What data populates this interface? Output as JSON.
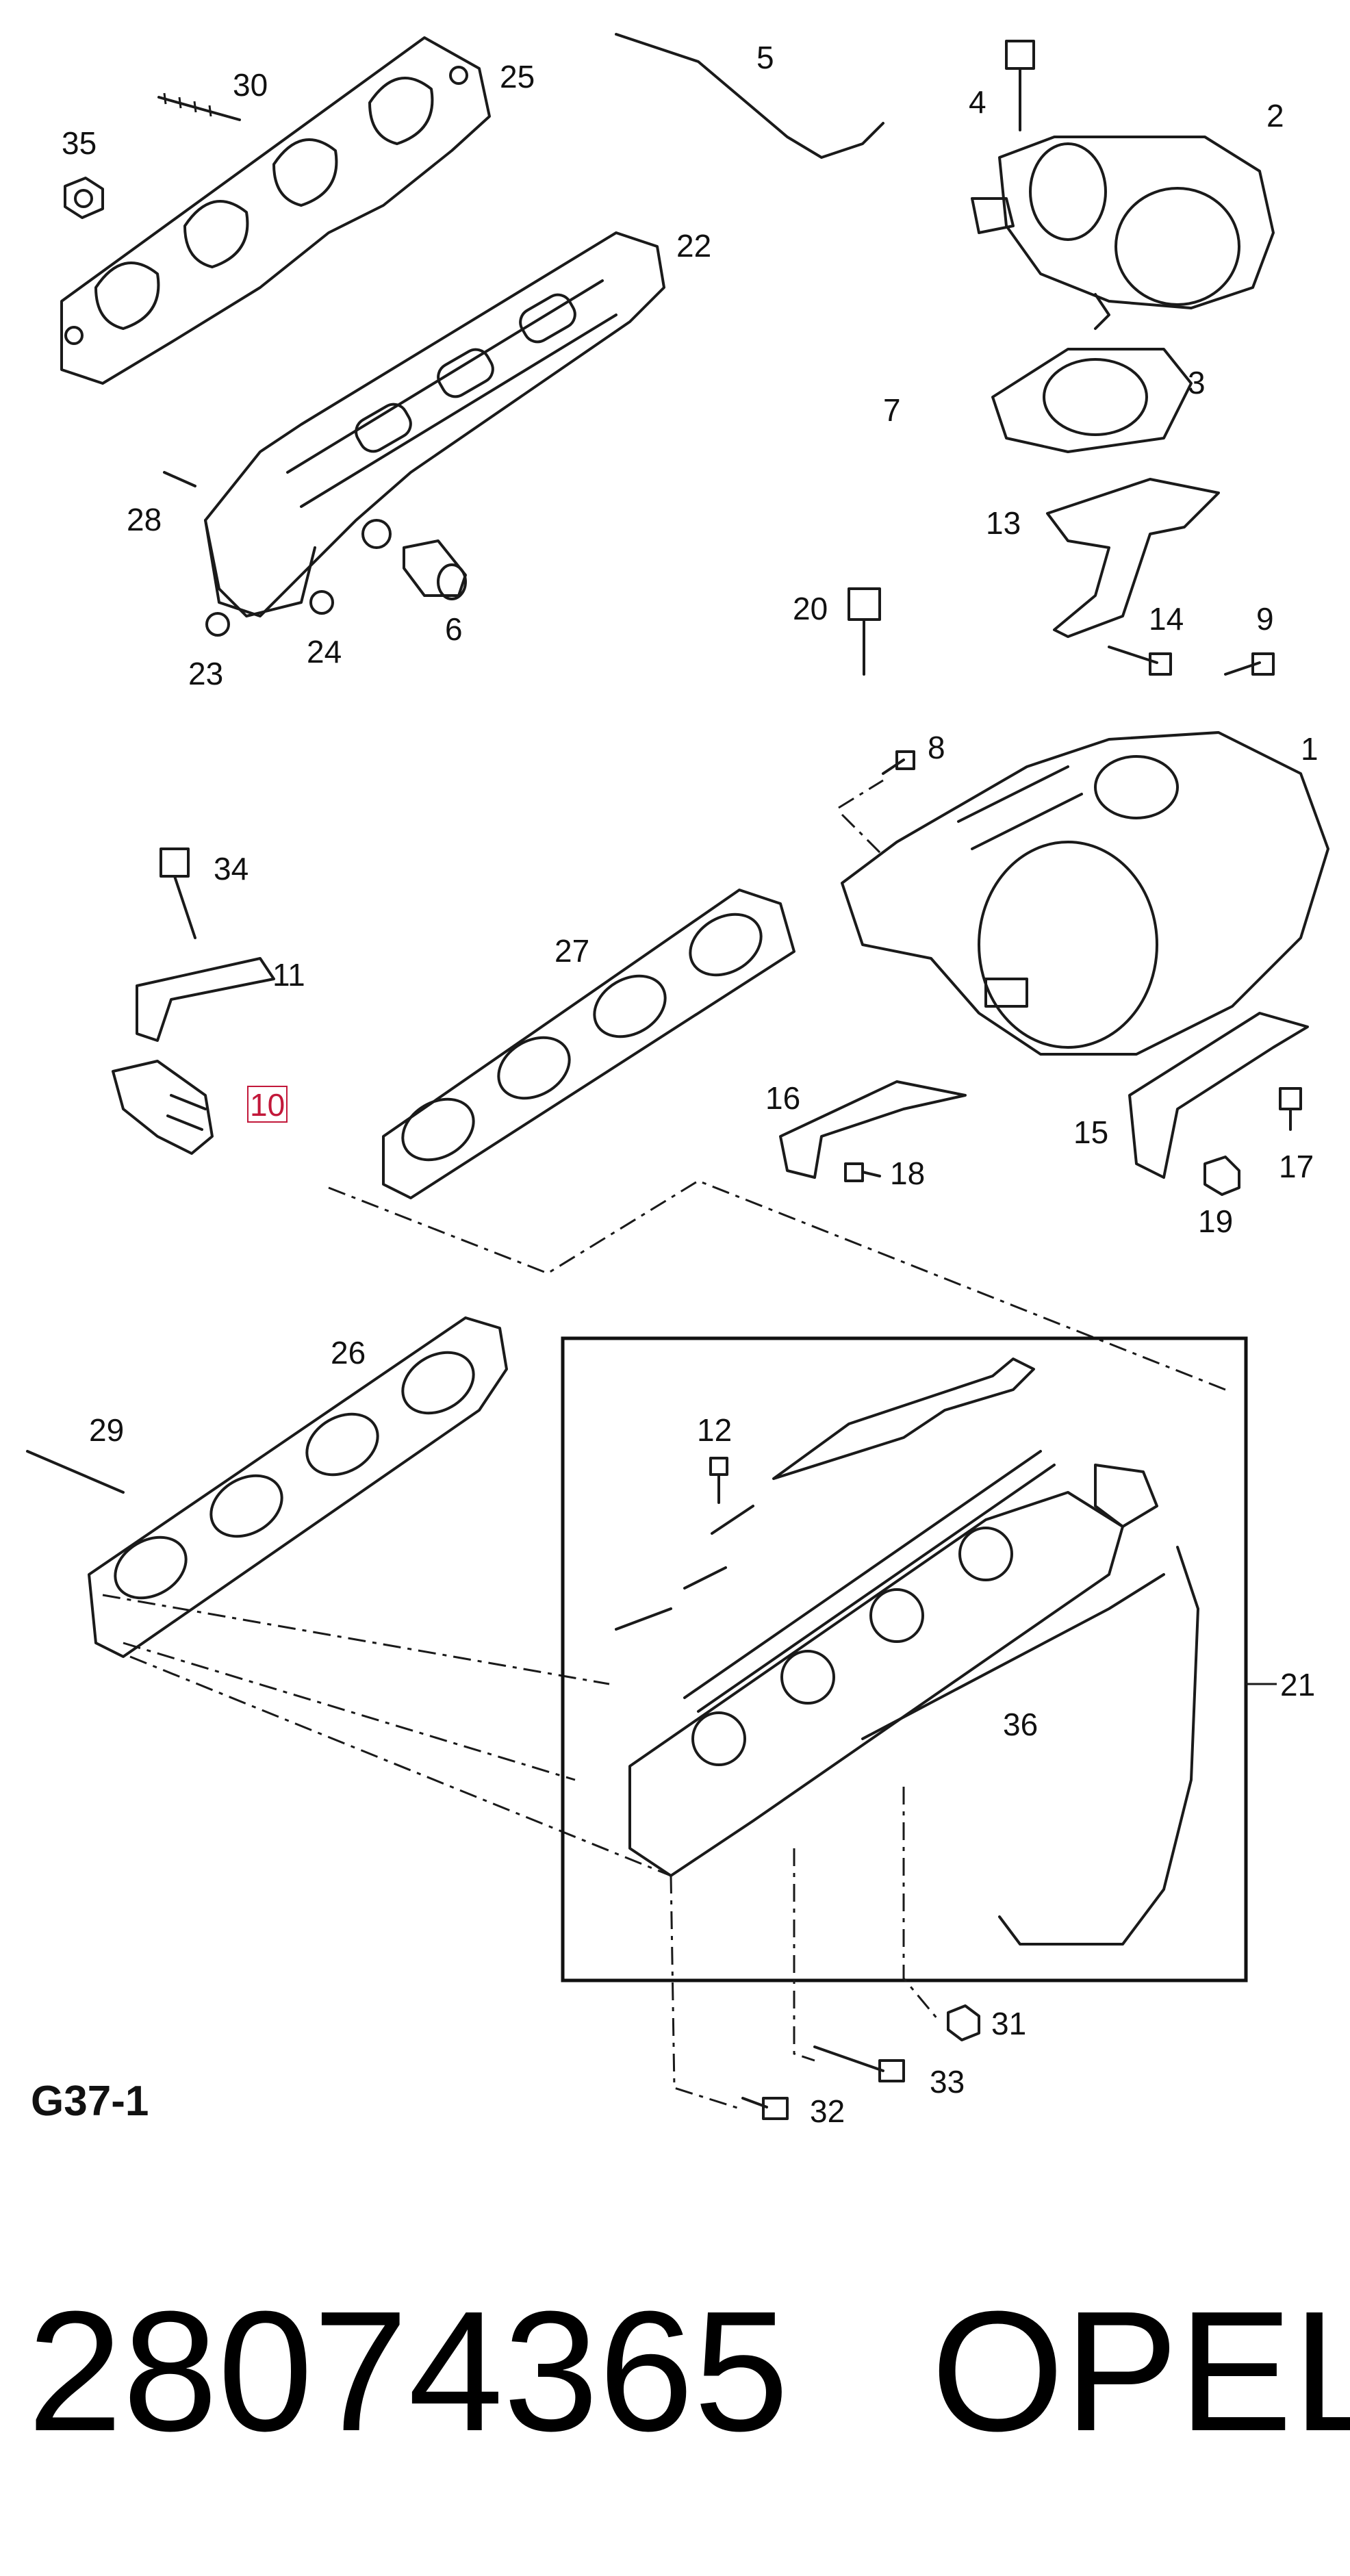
{
  "diagram": {
    "reference_code": "G37-1",
    "part_number": "28074365",
    "brand": "OPEL",
    "highlighted_callout": "10",
    "callouts": {
      "c1": "1",
      "c2": "2",
      "c3": "3",
      "c4": "4",
      "c5": "5",
      "c6": "6",
      "c7": "7",
      "c8": "8",
      "c9": "9",
      "c10": "10",
      "c11": "11",
      "c12": "12",
      "c13": "13",
      "c14": "14",
      "c15": "15",
      "c16": "16",
      "c17": "17",
      "c18": "18",
      "c19": "19",
      "c20": "20",
      "c21": "21",
      "c22": "22",
      "c23": "23",
      "c24": "24",
      "c25": "25",
      "c26": "26",
      "c27": "27",
      "c28": "28",
      "c29": "29",
      "c30": "30",
      "c31": "31",
      "c32": "32",
      "c33": "33",
      "c34": "34",
      "c35": "35",
      "c36": "36"
    }
  }
}
